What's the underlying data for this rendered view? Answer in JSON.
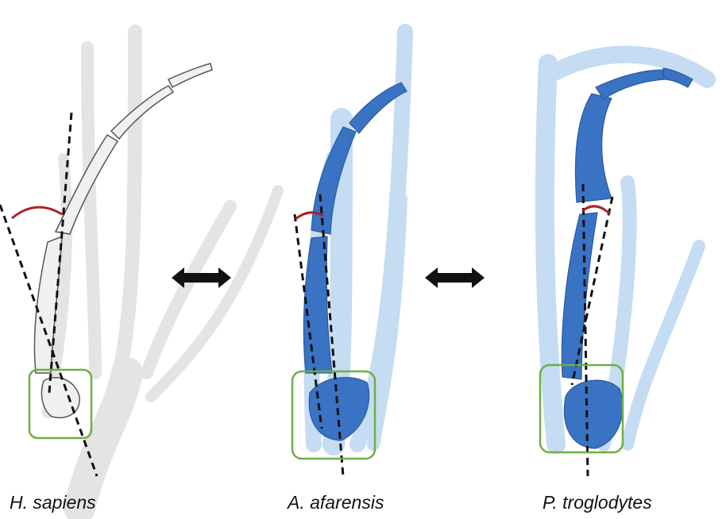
{
  "figure": {
    "panels": [
      {
        "species": "H. sapiens",
        "bone_color": "#d6d6d6",
        "ghost_color": "#e6e6e6"
      },
      {
        "species": "A. afarensis",
        "bone_color": "#3a72c4",
        "ghost_color": "#bcd6ef"
      },
      {
        "species": "P. troglodytes",
        "bone_color": "#3a72c4",
        "ghost_color": "#bcd6ef"
      }
    ],
    "colors": {
      "angle_arc": "#b02025",
      "box": "#6bb043",
      "axis_line": "#111111",
      "arrow": "#111111"
    },
    "icons": [
      "double-arrow-icon",
      "double-arrow-icon"
    ]
  }
}
